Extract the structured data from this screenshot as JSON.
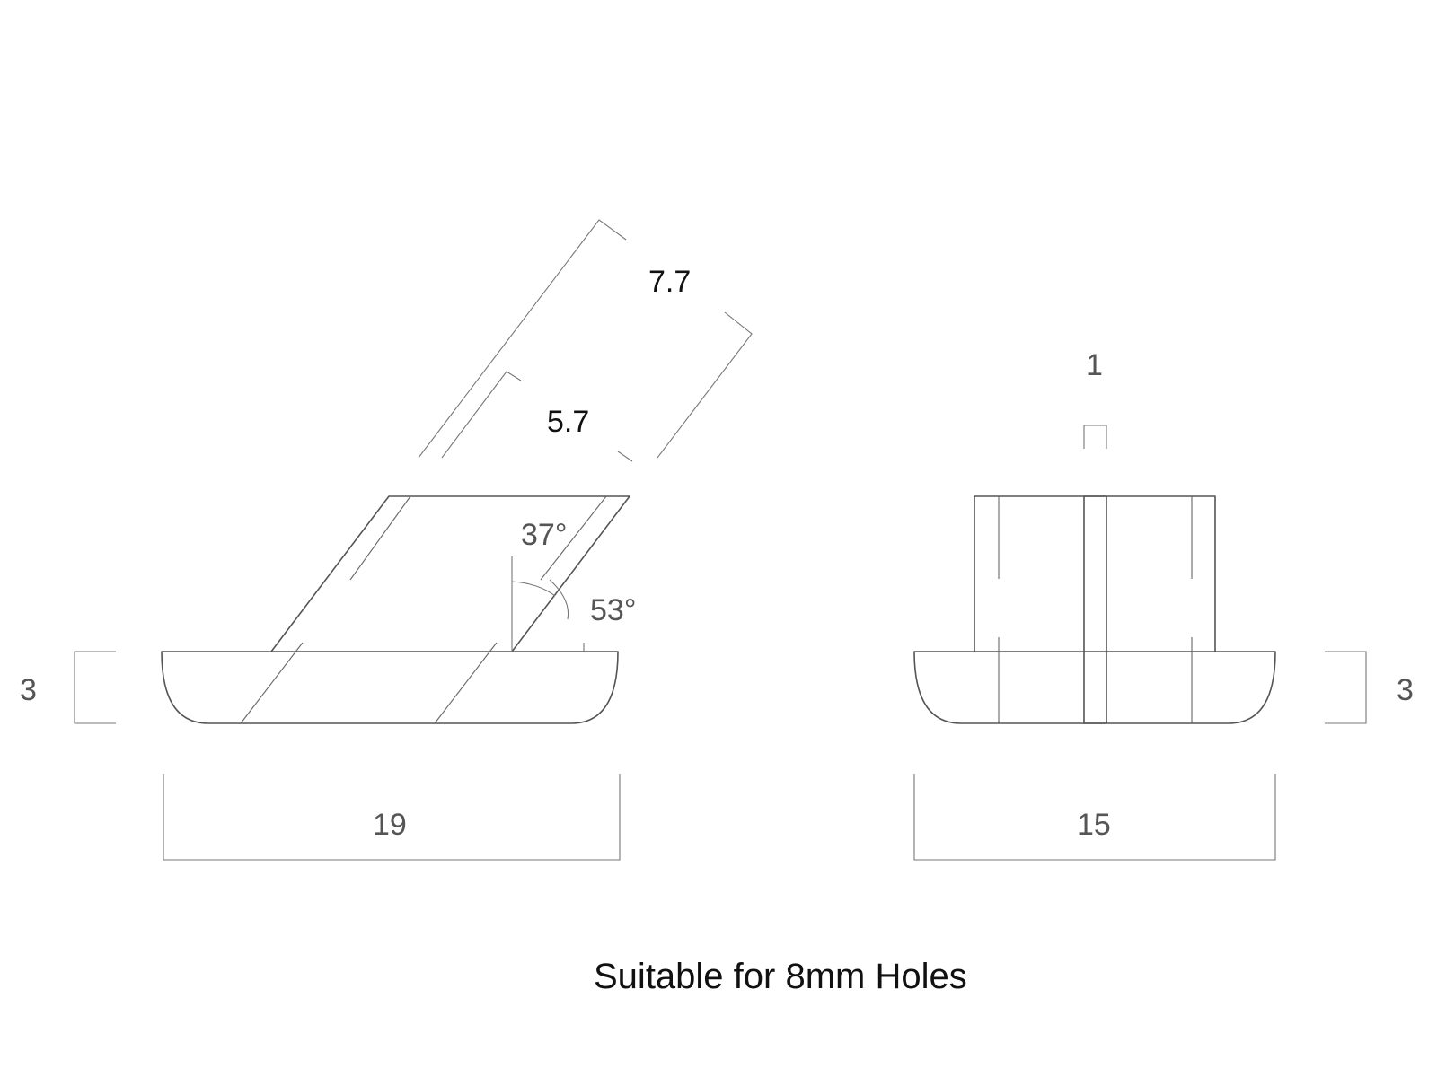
{
  "side_view": {
    "slant_length_outer": "7.7",
    "slant_length_inner": "5.7",
    "angle_from_vertical": "37°",
    "angle_from_horizontal": "53°",
    "base_height": "3",
    "base_width": "19"
  },
  "front_view": {
    "slot_width": "1",
    "base_height": "3",
    "base_width": "15"
  },
  "caption": "Suitable for 8mm Holes"
}
